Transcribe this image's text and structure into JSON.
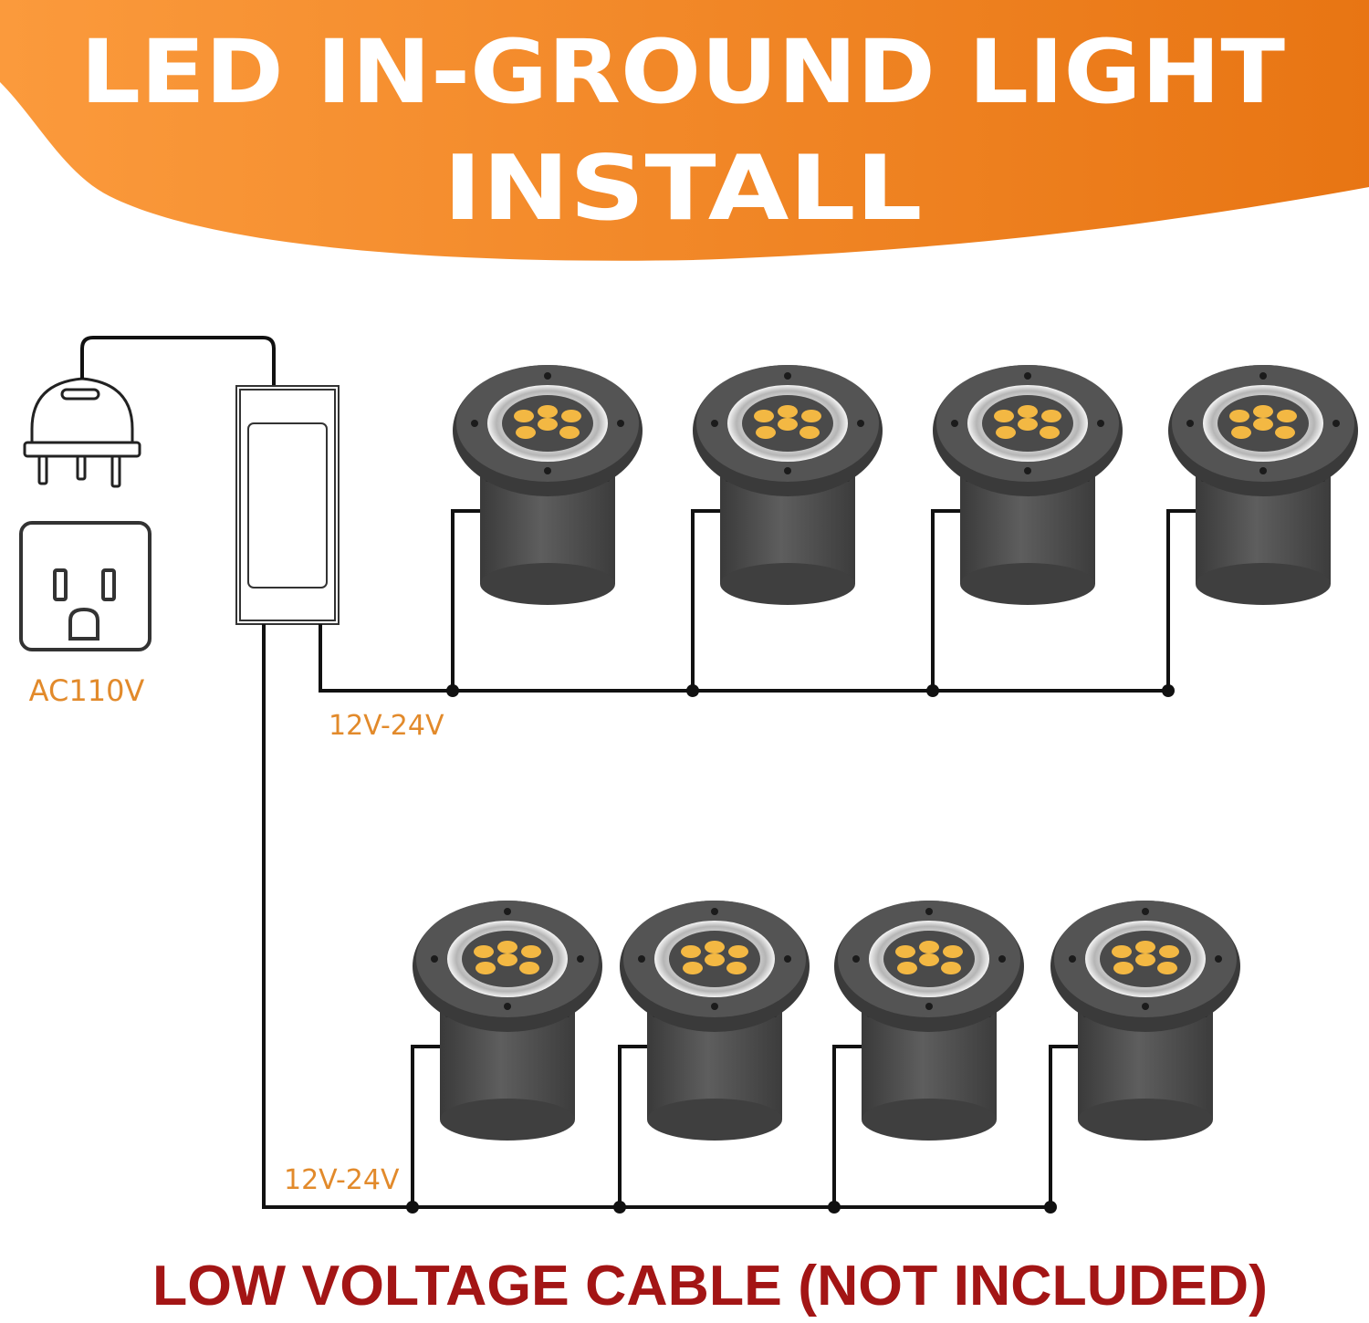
{
  "banner": {
    "title_line1": "LED IN-GROUND LIGHT",
    "title_line2": "INSTALL",
    "color_start": "#fb9a3c",
    "color_end": "#e87513"
  },
  "source": {
    "voltage_label": "AC110V",
    "plug_icon": "power-plug-icon",
    "outlet_icon": "wall-outlet-icon",
    "driver_icon": "led-driver-transformer"
  },
  "rows": [
    {
      "voltage_label": "12V-24V",
      "light_count": 4
    },
    {
      "voltage_label": "12V-24V",
      "light_count": 4
    }
  ],
  "light": {
    "icon": "in-ground-light-icon",
    "led_color": "#f3b843",
    "body_color": "#505050"
  },
  "footer": {
    "note": "LOW VOLTAGE CABLE (NOT INCLUDED)",
    "color": "#a31515"
  },
  "colors": {
    "voltage_text": "#e28a2b",
    "wire": "#111111"
  }
}
